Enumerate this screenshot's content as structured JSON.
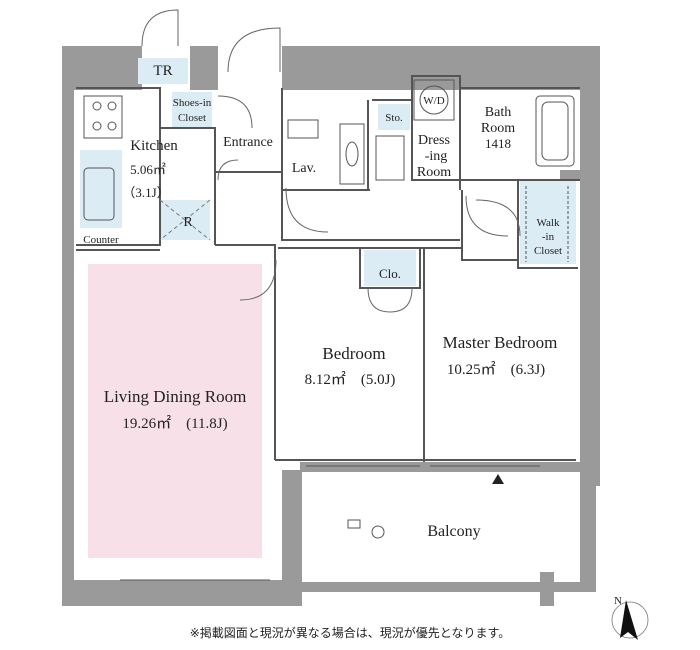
{
  "rooms": {
    "tr": "TR",
    "shoes": [
      "Shoes-in",
      "Closet"
    ],
    "kitchen": [
      "Kitchen",
      "5.06㎡",
      "（3.1J）"
    ],
    "r": "R",
    "counter": "Counter",
    "entrance": "Entrance",
    "lav": "Lav.",
    "sto": "Sto.",
    "wd": "W/D",
    "dressing": [
      "Dress",
      "-ing",
      "Room"
    ],
    "bath": [
      "Bath",
      "Room",
      "1418"
    ],
    "walkin": [
      "Walk",
      "-in",
      "Closet"
    ],
    "clo": "Clo.",
    "bedroom": [
      "Bedroom",
      "8.12㎡　(5.0J)"
    ],
    "master": [
      "Master Bedroom",
      "10.25㎡　(6.3J)"
    ],
    "living": [
      "Living Dining Room",
      "19.26㎡　(11.8J)"
    ],
    "balcony": "Balcony",
    "north": "N"
  },
  "note": "※掲載図面と現況が異なる場合は、現況が優先となります。",
  "colors": {
    "wall": "#9a9a9a",
    "living": "#f7e0e8",
    "storage": "#dcecf5",
    "line": "#555555"
  }
}
